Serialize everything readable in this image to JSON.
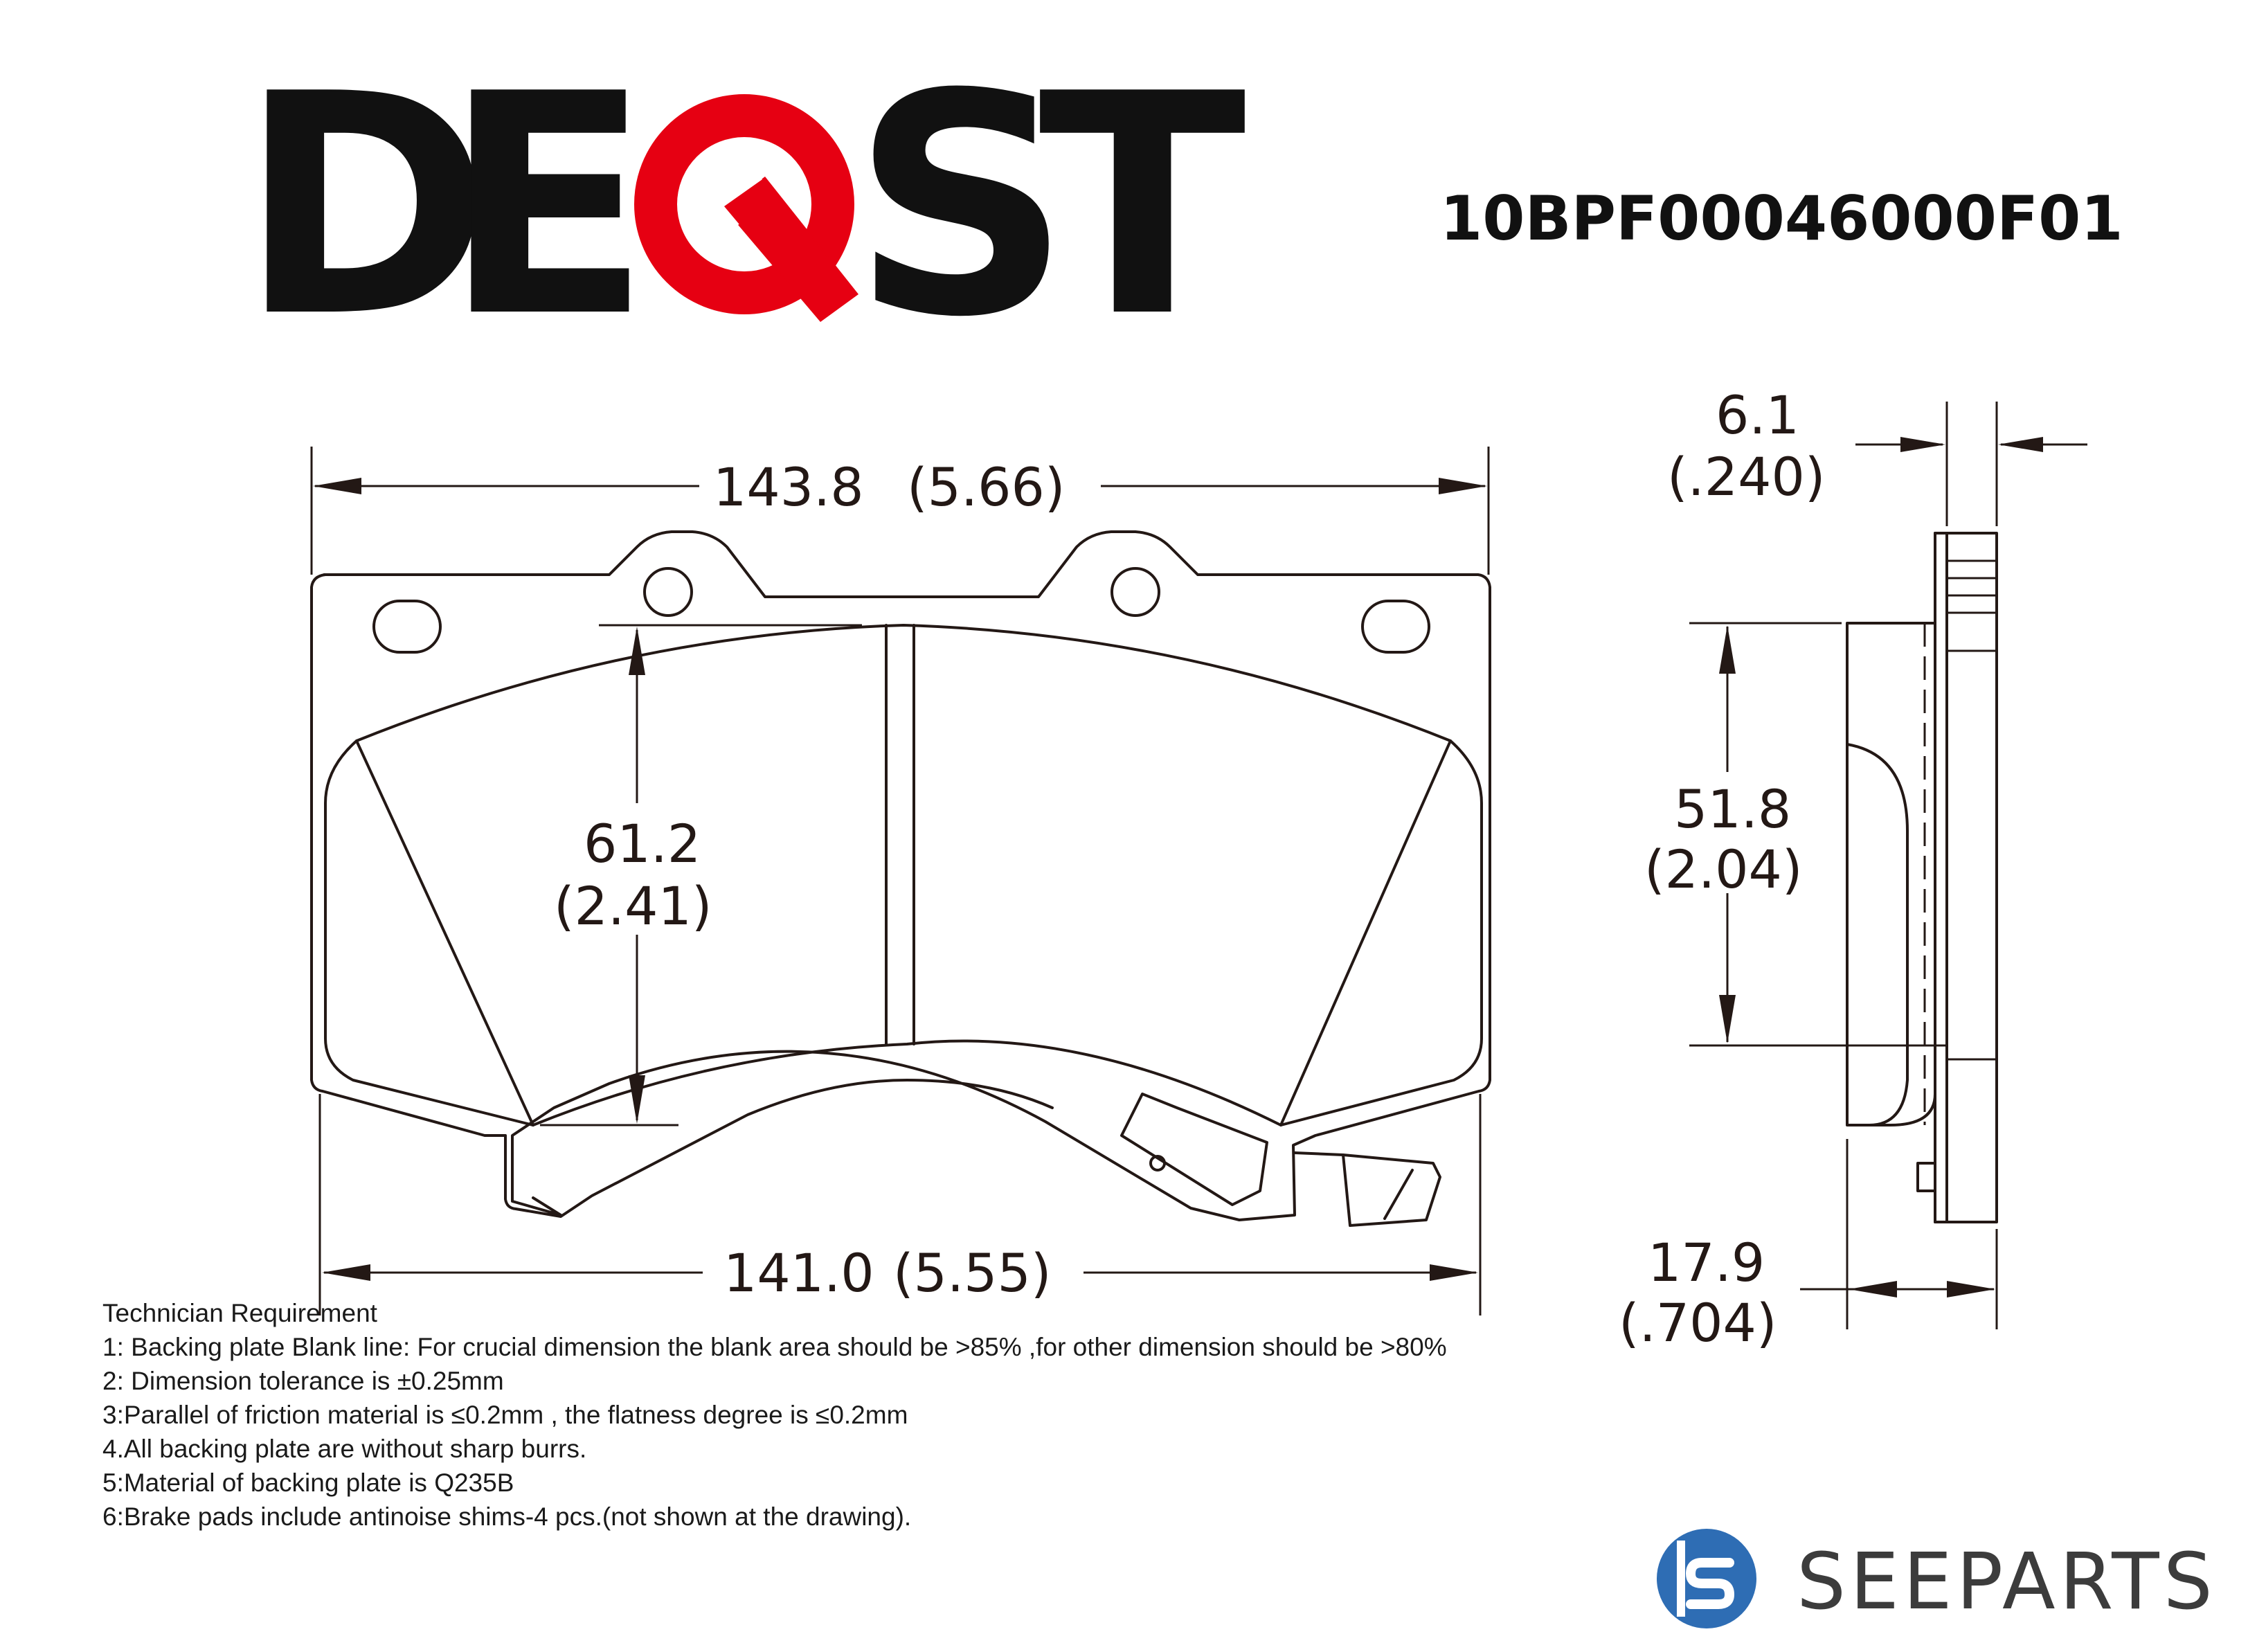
{
  "header": {
    "brand": {
      "d": "D",
      "e": "E",
      "q": "Q",
      "s": "S",
      "t": "T",
      "accent_color": "#e60012"
    },
    "part_number": "10BPF00046000F01"
  },
  "dimensions": {
    "overall_width": {
      "mm": "143.8",
      "in": "(5.66)"
    },
    "bottom_width": {
      "mm": "141.0",
      "in": "(5.55)"
    },
    "pad_height": {
      "mm": "61.2",
      "in": "(2.41)"
    },
    "side_height": {
      "mm": "51.8",
      "in": "(2.04)"
    },
    "plate_thickness": {
      "mm": "6.1",
      "in": "(.240)"
    },
    "total_thickness": {
      "mm": "17.9",
      "in": "(.704)"
    }
  },
  "notes": {
    "title": "Technician Requirement",
    "items": [
      "1: Backing plate Blank line: For crucial dimension the blank area should be >85% ,for other dimension should be >80%",
      "2: Dimension tolerance is ±0.25mm",
      "3:Parallel of friction material is ≤0.2mm , the flatness degree is ≤0.2mm",
      "4.All backing plate are without sharp burrs.",
      "5:Material of backing plate is Q235B",
      "6:Brake pads include antinoise shims-4 pcs.(not shown at the drawing)."
    ]
  },
  "footer_logo": {
    "text": "SEEPARTS",
    "icon": "seeparts-s-icon",
    "color": "#2e6db4"
  }
}
